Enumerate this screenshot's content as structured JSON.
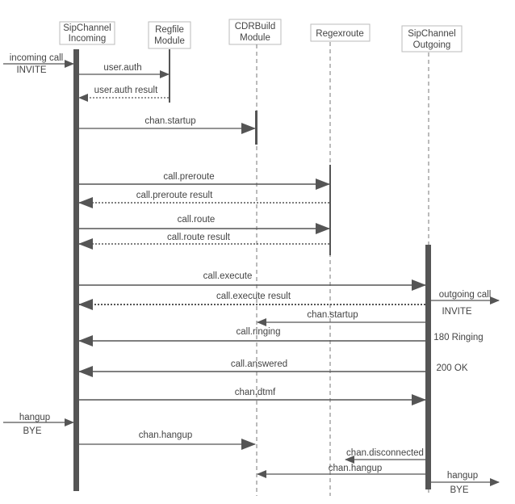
{
  "participants": [
    {
      "id": "sip_in",
      "lines": [
        "SipChannel",
        "Incoming"
      ]
    },
    {
      "id": "regfile",
      "lines": [
        "Regfile",
        "Module"
      ]
    },
    {
      "id": "cdr",
      "lines": [
        "CDRBuild",
        "Module"
      ]
    },
    {
      "id": "regexroute",
      "lines": [
        "Regexroute"
      ]
    },
    {
      "id": "sip_out",
      "lines": [
        "SipChannel",
        "Outgoing"
      ]
    }
  ],
  "messages": [
    {
      "id": "incoming-call",
      "from": "left-edge",
      "to": "sip_in",
      "style": "solid",
      "label": "incoming call",
      "label2": "INVITE"
    },
    {
      "id": "user-auth",
      "from": "sip_in",
      "to": "regfile",
      "style": "solid",
      "label": "user.auth"
    },
    {
      "id": "user-auth-result",
      "from": "regfile",
      "to": "sip_in",
      "style": "dotted",
      "label": "user.auth result"
    },
    {
      "id": "chan-startup-1",
      "from": "sip_in",
      "to": "cdr",
      "style": "solid",
      "label": "chan.startup"
    },
    {
      "id": "call-preroute",
      "from": "sip_in",
      "to": "regexroute",
      "style": "solid",
      "label": "call.preroute"
    },
    {
      "id": "call-preroute-result",
      "from": "regexroute",
      "to": "sip_in",
      "style": "dotted",
      "label": "call.preroute result"
    },
    {
      "id": "call-route",
      "from": "sip_in",
      "to": "regexroute",
      "style": "solid",
      "label": "call.route"
    },
    {
      "id": "call-route-result",
      "from": "regexroute",
      "to": "sip_in",
      "style": "dotted",
      "label": "call.route result"
    },
    {
      "id": "call-execute",
      "from": "sip_in",
      "to": "sip_out",
      "style": "solid",
      "label": "call.execute"
    },
    {
      "id": "call-execute-result",
      "from": "sip_out",
      "to": "sip_in",
      "style": "dotted",
      "label": "call.execute result"
    },
    {
      "id": "outgoing-call",
      "from": "sip_out",
      "to": "right-edge",
      "style": "solid",
      "label": "outgoing call",
      "label2": "INVITE"
    },
    {
      "id": "chan-startup-2",
      "from": "sip_out",
      "to": "cdr",
      "style": "solid",
      "label": "chan.startup"
    },
    {
      "id": "call-ringing",
      "from": "sip_out",
      "to": "sip_in",
      "style": "solid",
      "label": "call.ringing"
    },
    {
      "id": "ringing-180",
      "label": "180 Ringing"
    },
    {
      "id": "call-answered",
      "from": "sip_out",
      "to": "sip_in",
      "style": "solid",
      "label": "call.answered"
    },
    {
      "id": "ok-200",
      "label": "200 OK"
    },
    {
      "id": "chan-dtmf",
      "from": "sip_in",
      "to": "sip_out",
      "style": "solid",
      "label": "chan.dtmf"
    },
    {
      "id": "hangup-in",
      "from": "left-edge",
      "to": "sip_in",
      "style": "solid",
      "label": "hangup",
      "label2": "BYE"
    },
    {
      "id": "chan-hangup-1",
      "from": "sip_in",
      "to": "cdr",
      "style": "solid",
      "label": "chan.hangup"
    },
    {
      "id": "chan-disconnected",
      "from": "sip_out",
      "to": "regexroute",
      "style": "solid",
      "label": "chan.disconnected"
    },
    {
      "id": "chan-hangup-2",
      "from": "sip_out",
      "to": "cdr",
      "style": "solid",
      "label": "chan.hangup"
    },
    {
      "id": "hangup-out",
      "from": "sip_out",
      "to": "right-edge",
      "style": "solid",
      "label": "hangup",
      "label2": "BYE"
    }
  ],
  "colors": {
    "line": "#555555",
    "text": "#444444",
    "box_border": "#bbbbbb"
  }
}
